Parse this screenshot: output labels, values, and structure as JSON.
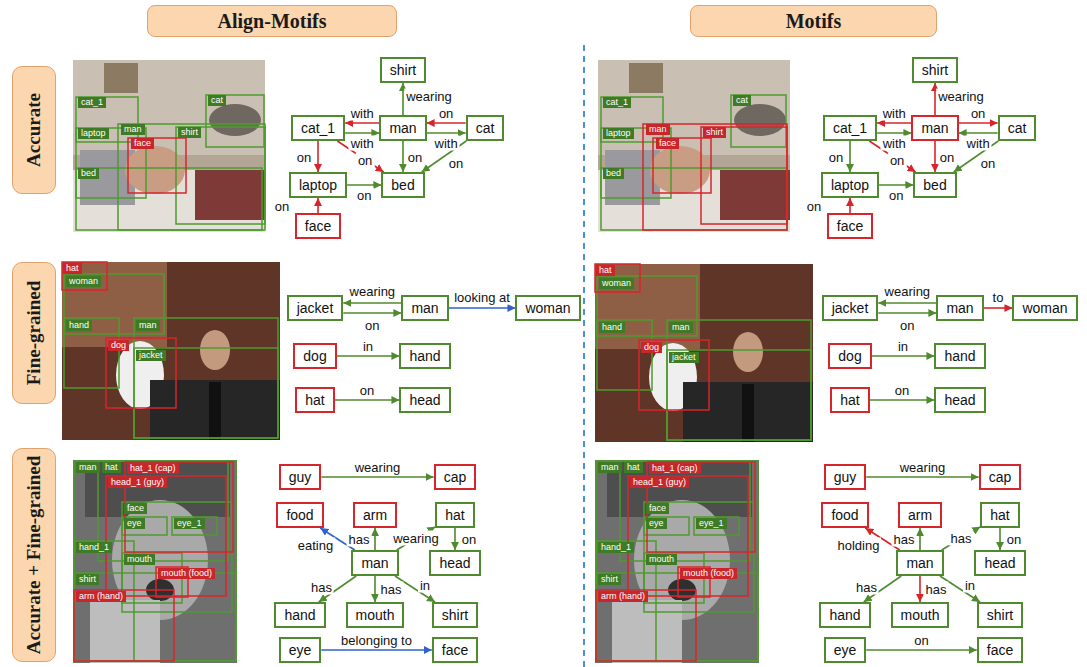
{
  "diagram": {
    "nodes": [
      {
        "text": [
          "Align-Motifs"
        ]
      },
      {
        "text": [
          "Motifs"
        ]
      },
      {
        "text": [
          "Accurate"
        ]
      },
      {
        "text": [
          "shirt"
        ]
      },
      {
        "text": [
          "man"
        ]
      },
      {
        "text": [
          "cat_1"
        ]
      },
      {
        "text": [
          "cat"
        ]
      },
      {
        "text": [
          "laptop"
        ]
      },
      {
        "text": [
          "bed"
        ]
      },
      {
        "text": [
          "face"
        ]
      },
      {
        "text": [
          "shirt"
        ]
      },
      {
        "text": [
          "man"
        ]
      },
      {
        "text": [
          "cat_1"
        ]
      },
      {
        "text": [
          "cat"
        ]
      },
      {
        "text": [
          "laptop"
        ]
      },
      {
        "text": [
          "bed"
        ]
      },
      {
        "text": [
          "face"
        ]
      },
      {
        "text": [
          "Fine-grained"
        ]
      },
      {
        "text": [
          "jacket"
        ]
      },
      {
        "text": [
          "man"
        ]
      },
      {
        "text": [
          "woman"
        ]
      },
      {
        "text": [
          "dog"
        ]
      },
      {
        "text": [
          "hand"
        ]
      },
      {
        "text": [
          "hat"
        ]
      },
      {
        "text": [
          "head"
        ]
      },
      {
        "text": [
          "jacket"
        ]
      },
      {
        "text": [
          "man"
        ]
      },
      {
        "text": [
          "woman"
        ]
      },
      {
        "text": [
          "dog"
        ]
      },
      {
        "text": [
          "hand"
        ]
      },
      {
        "text": [
          "hat"
        ]
      },
      {
        "text": [
          "head"
        ]
      },
      {
        "text": [
          "Accurate + Fine-grained"
        ]
      },
      {
        "text": [
          "guy"
        ]
      },
      {
        "text": [
          "cap"
        ]
      },
      {
        "text": [
          "food"
        ]
      },
      {
        "text": [
          "arm"
        ]
      },
      {
        "text": [
          "hat"
        ]
      },
      {
        "text": [
          "man"
        ]
      },
      {
        "text": [
          "head"
        ]
      },
      {
        "text": [
          "hand"
        ]
      },
      {
        "text": [
          "mouth"
        ]
      },
      {
        "text": [
          "shirt"
        ]
      },
      {
        "text": [
          "eye"
        ]
      },
      {
        "text": [
          "face"
        ]
      },
      {
        "text": [
          "guy"
        ]
      },
      {
        "text": [
          "cap"
        ]
      },
      {
        "text": [
          "food"
        ]
      },
      {
        "text": [
          "arm"
        ]
      },
      {
        "text": [
          "hat"
        ]
      },
      {
        "text": [
          "man"
        ]
      },
      {
        "text": [
          "head"
        ]
      },
      {
        "text": [
          "hand"
        ]
      },
      {
        "text": [
          "mouth"
        ]
      },
      {
        "text": [
          "shirt"
        ]
      },
      {
        "text": [
          "eye"
        ]
      },
      {
        "text": [
          "face"
        ]
      }
    ],
    "edges": [
      {
        "from": 4,
        "to": 3,
        "arrow": "to",
        "label": "wearing"
      },
      {
        "from": 4,
        "to": 5,
        "arrow": "to",
        "label": "with"
      },
      {
        "from": 5,
        "to": 4,
        "arrow": "to",
        "label": "with"
      },
      {
        "from": 6,
        "to": 4,
        "arrow": "to",
        "label": "on"
      },
      {
        "from": 4,
        "to": 6,
        "arrow": "to",
        "label": "with"
      },
      {
        "from": 5,
        "to": 7,
        "arrow": "to",
        "label": "on"
      },
      {
        "from": 5,
        "to": 8,
        "arrow": "to",
        "label": "on"
      },
      {
        "from": 4,
        "to": 8,
        "arrow": "to",
        "label": "on"
      },
      {
        "from": 6,
        "to": 8,
        "arrow": "to",
        "label": "on"
      },
      {
        "from": 7,
        "to": 8,
        "arrow": "to",
        "label": "on"
      },
      {
        "from": 9,
        "to": 7,
        "arrow": "to",
        "label": "on"
      },
      {
        "from": 11,
        "to": 10,
        "arrow": "to",
        "label": "wearing"
      },
      {
        "from": 11,
        "to": 12,
        "arrow": "to",
        "label": "with"
      },
      {
        "from": 12,
        "to": 11,
        "arrow": "to",
        "label": "with"
      },
      {
        "from": 11,
        "to": 13,
        "arrow": "to",
        "label": "on"
      },
      {
        "from": 13,
        "to": 11,
        "arrow": "to",
        "label": "with"
      },
      {
        "from": 12,
        "to": 14,
        "arrow": "to",
        "label": "on"
      },
      {
        "from": 11,
        "to": 15,
        "arrow": "to",
        "label": "on"
      },
      {
        "from": 12,
        "to": 15,
        "arrow": "to",
        "label": "on"
      },
      {
        "from": 13,
        "to": 15,
        "arrow": "to",
        "label": "on"
      },
      {
        "from": 14,
        "to": 15,
        "arrow": "to",
        "label": "on"
      },
      {
        "from": 16,
        "to": 14,
        "arrow": "to",
        "label": "on"
      },
      {
        "from": 19,
        "to": 18,
        "arrow": "to",
        "label": "wearing"
      },
      {
        "from": 18,
        "to": 19,
        "arrow": "to",
        "label": "on"
      },
      {
        "from": 19,
        "to": 20,
        "arrow": "to",
        "label": "looking at"
      },
      {
        "from": 21,
        "to": 22,
        "arrow": "to",
        "label": "in"
      },
      {
        "from": 23,
        "to": 24,
        "arrow": "to",
        "label": "on"
      },
      {
        "from": 26,
        "to": 25,
        "arrow": "to",
        "label": "wearing"
      },
      {
        "from": 25,
        "to": 26,
        "arrow": "to",
        "label": "on"
      },
      {
        "from": 26,
        "to": 27,
        "arrow": "to",
        "label": "to"
      },
      {
        "from": 28,
        "to": 29,
        "arrow": "to",
        "label": "in"
      },
      {
        "from": 30,
        "to": 31,
        "arrow": "to",
        "label": "on"
      },
      {
        "from": 33,
        "to": 34,
        "arrow": "to",
        "label": "wearing"
      },
      {
        "from": 38,
        "to": 35,
        "arrow": "to",
        "label": "eating"
      },
      {
        "from": 38,
        "to": 36,
        "arrow": "to",
        "label": "has"
      },
      {
        "from": 38,
        "to": 37,
        "arrow": "to",
        "label": "wearing"
      },
      {
        "from": 37,
        "to": 39,
        "arrow": "to",
        "label": "on"
      },
      {
        "from": 38,
        "to": 40,
        "arrow": "to",
        "label": "has"
      },
      {
        "from": 38,
        "to": 41,
        "arrow": "to",
        "label": "has"
      },
      {
        "from": 38,
        "to": 42,
        "arrow": "to",
        "label": "in"
      },
      {
        "from": 43,
        "to": 44,
        "arrow": "to",
        "label": "belonging to"
      },
      {
        "from": 45,
        "to": 46,
        "arrow": "to",
        "label": "wearing"
      },
      {
        "from": 50,
        "to": 47,
        "arrow": "to",
        "label": "holding"
      },
      {
        "from": 50,
        "to": 48,
        "arrow": "to",
        "label": "has"
      },
      {
        "from": 50,
        "to": 49,
        "arrow": "to",
        "label": "has"
      },
      {
        "from": 49,
        "to": 51,
        "arrow": "to",
        "label": "on"
      },
      {
        "from": 50,
        "to": 52,
        "arrow": "to",
        "label": "has"
      },
      {
        "from": 50,
        "to": 53,
        "arrow": "to",
        "label": "has"
      },
      {
        "from": 50,
        "to": 54,
        "arrow": "to",
        "label": "in"
      },
      {
        "from": 55,
        "to": 56,
        "arrow": "to",
        "label": "on"
      }
    ],
    "labels": [
      "cat_1",
      "cat",
      "laptop",
      "man",
      "face",
      "shirt",
      "bed",
      "cat_1",
      "cat",
      "laptop",
      "man",
      "face",
      "shirt",
      "bed",
      "hat",
      "woman",
      "hand",
      "dog",
      "man",
      "jacket",
      "hat",
      "woman",
      "hand",
      "dog",
      "man",
      "jacket",
      "man",
      "hat",
      "hat_1 (cap)",
      "head_1 (guy)",
      "face",
      "eye",
      "eye_1",
      "hand_1",
      "mouth",
      "mouth (food)",
      "shirt",
      "arm (hand)",
      "man",
      "hat",
      "hat_1 (cap)",
      "head_1 (guy)",
      "face",
      "eye",
      "eye_1",
      "hand_1",
      "mouth",
      "mouth (food)",
      "shirt",
      "arm (hand)"
    ]
  }
}
